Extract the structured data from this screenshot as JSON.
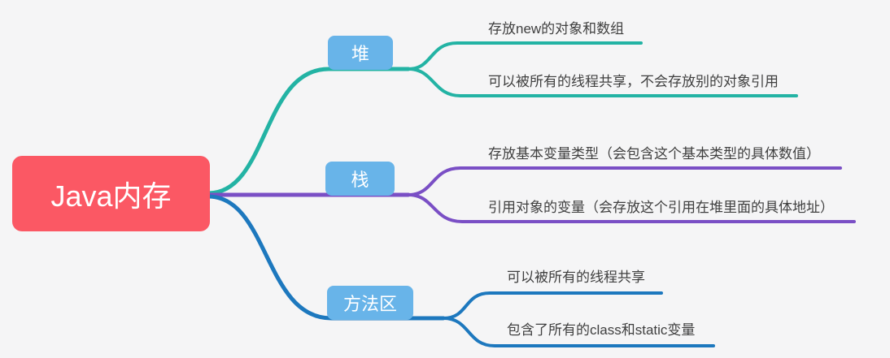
{
  "colors": {
    "background": "#f5f5f6",
    "root_fill": "#fb5864",
    "branch_fill": "#68b4e9",
    "node_text": "#ffffff",
    "leaf_text": "#3f3f3f",
    "branch_heap": "#23b3a4",
    "branch_stack": "#7a4fc5",
    "branch_method": "#1d78be"
  },
  "mindmap": {
    "root": {
      "label": "Java内存"
    },
    "branches": [
      {
        "label": "堆",
        "children": [
          {
            "text": "存放new的对象和数组"
          },
          {
            "text": "可以被所有的线程共享，不会存放别的对象引用"
          }
        ]
      },
      {
        "label": "栈",
        "children": [
          {
            "text": "存放基本变量类型（会包含这个基本类型的具体数值）"
          },
          {
            "text": "引用对象的变量（会存放这个引用在堆里面的具体地址）"
          }
        ]
      },
      {
        "label": "方法区",
        "children": [
          {
            "text": "可以被所有的线程共享"
          },
          {
            "text": "包含了所有的class和static变量"
          }
        ]
      }
    ]
  }
}
